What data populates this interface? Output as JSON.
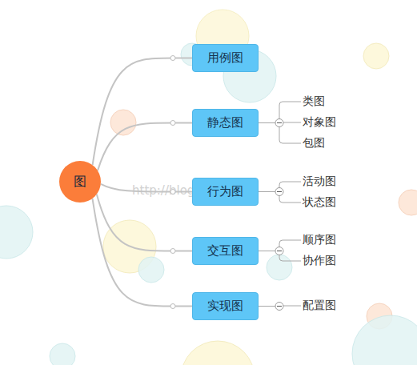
{
  "diagram": {
    "nodes": [
      {
        "text": [
          "图"
        ]
      },
      {
        "text": [
          "用例图"
        ]
      },
      {
        "text": [
          "静态图"
        ]
      },
      {
        "text": [
          "类图"
        ]
      },
      {
        "text": [
          "对象图"
        ]
      },
      {
        "text": [
          "包图"
        ]
      },
      {
        "text": [
          "行为图"
        ]
      },
      {
        "text": [
          "活动图"
        ]
      },
      {
        "text": [
          "状态图"
        ]
      },
      {
        "text": [
          "交互图"
        ]
      },
      {
        "text": [
          "顺序图"
        ]
      },
      {
        "text": [
          "协作图"
        ]
      },
      {
        "text": [
          "实现图"
        ]
      },
      {
        "text": [
          "配置图"
        ]
      }
    ],
    "edges": [
      {
        "from": 0,
        "to": 1,
        "arrow": "none"
      },
      {
        "from": 0,
        "to": 2,
        "arrow": "none"
      },
      {
        "from": 0,
        "to": 6,
        "arrow": "none"
      },
      {
        "from": 0,
        "to": 9,
        "arrow": "none"
      },
      {
        "from": 0,
        "to": 12,
        "arrow": "none"
      },
      {
        "from": 2,
        "to": 3,
        "arrow": "none"
      },
      {
        "from": 2,
        "to": 4,
        "arrow": "none"
      },
      {
        "from": 2,
        "to": 5,
        "arrow": "none"
      },
      {
        "from": 6,
        "to": 7,
        "arrow": "none"
      },
      {
        "from": 6,
        "to": 8,
        "arrow": "none"
      },
      {
        "from": 9,
        "to": 10,
        "arrow": "none"
      },
      {
        "from": 9,
        "to": 11,
        "arrow": "none"
      },
      {
        "from": 12,
        "to": 13,
        "arrow": "none"
      }
    ],
    "labels": [
      "http://blog.csdn.net/"
    ]
  }
}
